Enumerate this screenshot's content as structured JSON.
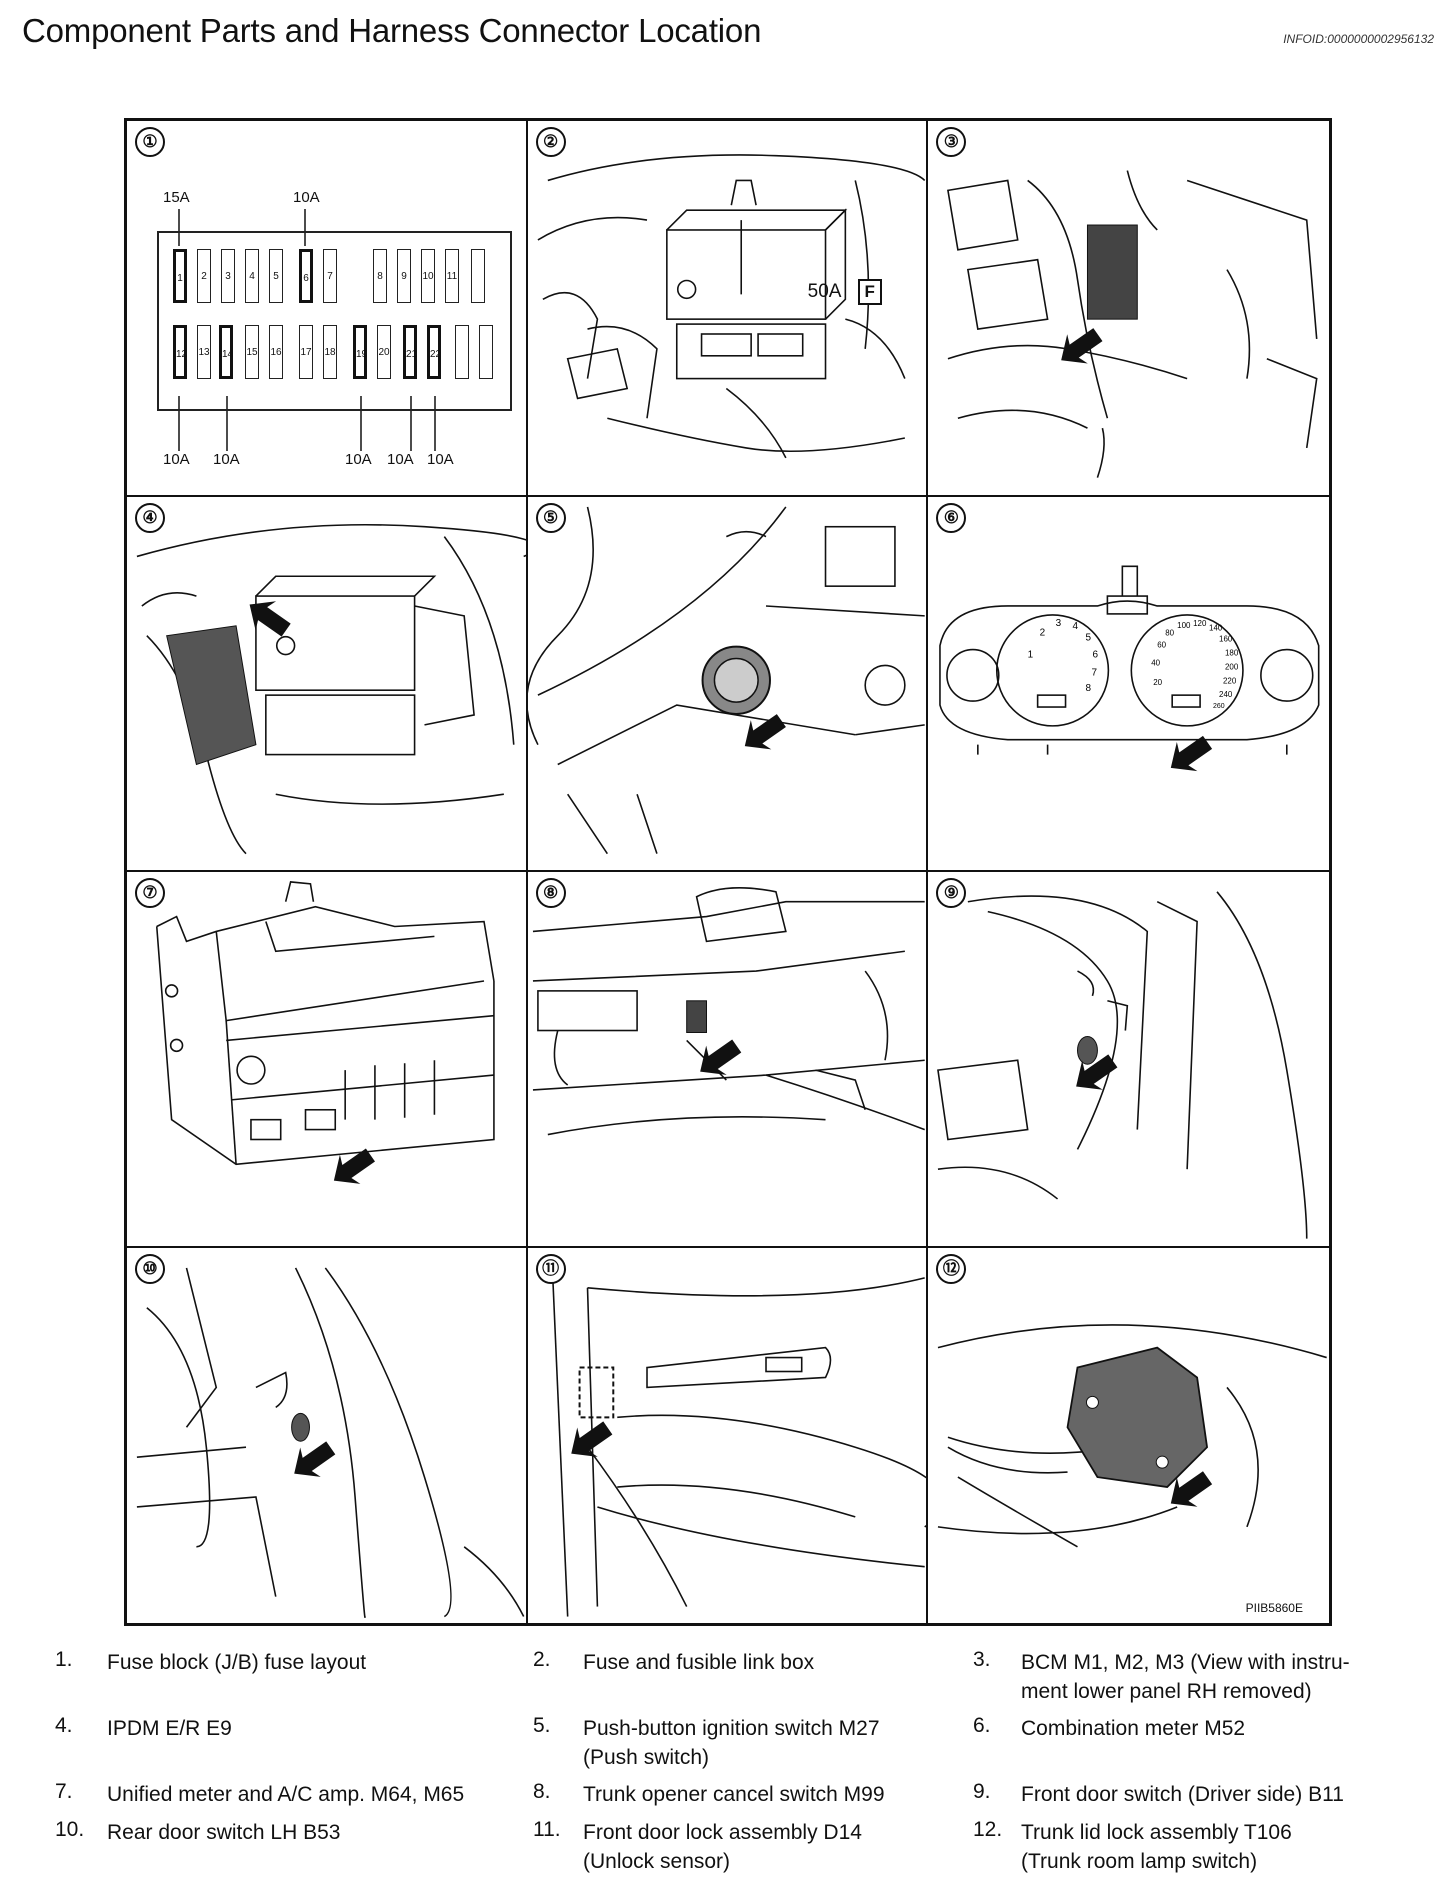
{
  "header": {
    "title": "Component Parts and Harness Connector Location",
    "info_id": "INFOID:0000000002956132"
  },
  "figure": {
    "code": "PIIB5860E",
    "panel_numbers": [
      "①",
      "②",
      "③",
      "④",
      "⑤",
      "⑥",
      "⑦",
      "⑧",
      "⑨",
      "⑩",
      "⑪",
      "⑫"
    ],
    "fuse_layout": {
      "top_labels": [
        "15A",
        "10A"
      ],
      "bottom_labels": [
        "10A",
        "10A",
        "10A",
        "10A",
        "10A"
      ],
      "top_row": [
        "1",
        "2",
        "3",
        "4",
        "5",
        "6",
        "7",
        "8",
        "9",
        "10",
        "11"
      ],
      "bottom_row": [
        "12",
        "13",
        "14",
        "15",
        "16",
        "17",
        "18",
        "19",
        "20",
        "21",
        "22"
      ]
    },
    "fusible_link_label": "50A",
    "fusible_link_letter": "F",
    "meter_speed_labels": [
      "20",
      "40",
      "60",
      "80",
      "100",
      "120",
      "140",
      "160",
      "180",
      "200",
      "220",
      "240",
      "260"
    ],
    "meter_rpm_labels": [
      "1",
      "2",
      "3",
      "4",
      "5",
      "6",
      "7",
      "8"
    ]
  },
  "legend": [
    {
      "num": "1.",
      "text": "Fuse block (J/B) fuse layout"
    },
    {
      "num": "2.",
      "text": "Fuse and fusible link box"
    },
    {
      "num": "3.",
      "text": "BCM M1, M2, M3 (View with instru-\nment lower panel RH removed)"
    },
    {
      "num": "4.",
      "text": "IPDM E/R E9"
    },
    {
      "num": "5.",
      "text": "Push-button ignition switch M27\n(Push switch)"
    },
    {
      "num": "6.",
      "text": "Combination meter M52"
    },
    {
      "num": "7.",
      "text": "Unified meter and A/C amp. M64, M65"
    },
    {
      "num": "8.",
      "text": "Trunk opener cancel switch M99"
    },
    {
      "num": "9.",
      "text": "Front door switch (Driver side) B11"
    },
    {
      "num": "10.",
      "text": "Rear door switch LH B53"
    },
    {
      "num": "11.",
      "text": "Front door lock assembly D14\n(Unlock sensor)"
    },
    {
      "num": "12.",
      "text": "Trunk lid lock assembly T106\n(Trunk room lamp switch)"
    }
  ]
}
